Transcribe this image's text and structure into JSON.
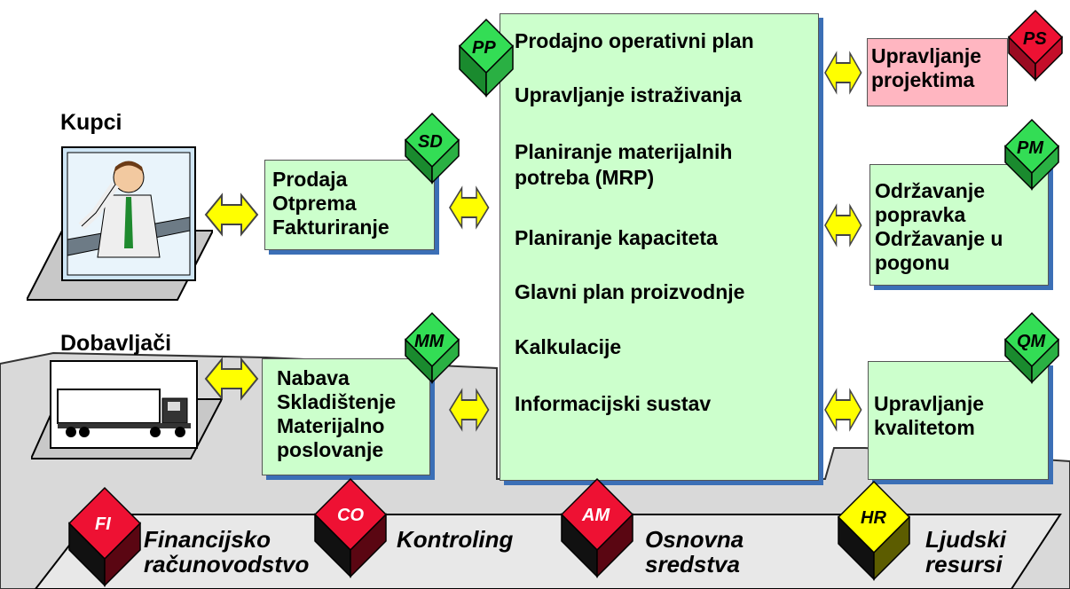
{
  "customers": {
    "title": "Kupci"
  },
  "suppliers": {
    "title": "Dobavljači"
  },
  "modules": {
    "pp": {
      "code": "PP",
      "color": "#33dd55",
      "items": [
        "Prodajno operativni plan",
        "Upravljanje istraživanja",
        "Planiranje materijalnih\npotreba (MRP)",
        "Planiranje kapaciteta",
        "Glavni plan proizvodnje",
        "Kalkulacije",
        "Informacijski sustav"
      ]
    },
    "sd": {
      "code": "SD",
      "color": "#33dd55",
      "text": "Prodaja\nOtprema\nFakturiranje"
    },
    "mm": {
      "code": "MM",
      "color": "#33dd55",
      "text": "Nabava\nSkladištenje\nMaterijalno\nposlovanje"
    },
    "ps": {
      "code": "PS",
      "color": "#ee1133",
      "text": "Upravljanje\nprojektima"
    },
    "pm": {
      "code": "PM",
      "color": "#33dd55",
      "text": "Održavanje\npopravka\nOdržavanje u\npogonu"
    },
    "qm": {
      "code": "QM",
      "color": "#33dd55",
      "text": "Upravljanje\nkvalitetom"
    }
  },
  "footer": [
    {
      "code": "FI",
      "color": "#ee1133",
      "label": "Financijsko\nračunovodstvo"
    },
    {
      "code": "CO",
      "color": "#ee1133",
      "label": "Kontroling"
    },
    {
      "code": "AM",
      "color": "#ee1133",
      "label": "Osnovna\nsredstva"
    },
    {
      "code": "HR",
      "color": "#ffff00",
      "label": "Ljudski\nresursi"
    }
  ],
  "colors": {
    "box_fill": "#ccffcc",
    "box_shadow": "#3b6fb6",
    "arrow": "#ffff00",
    "floor": "#d9d9d9",
    "ps_box": "#ffb6c1"
  }
}
